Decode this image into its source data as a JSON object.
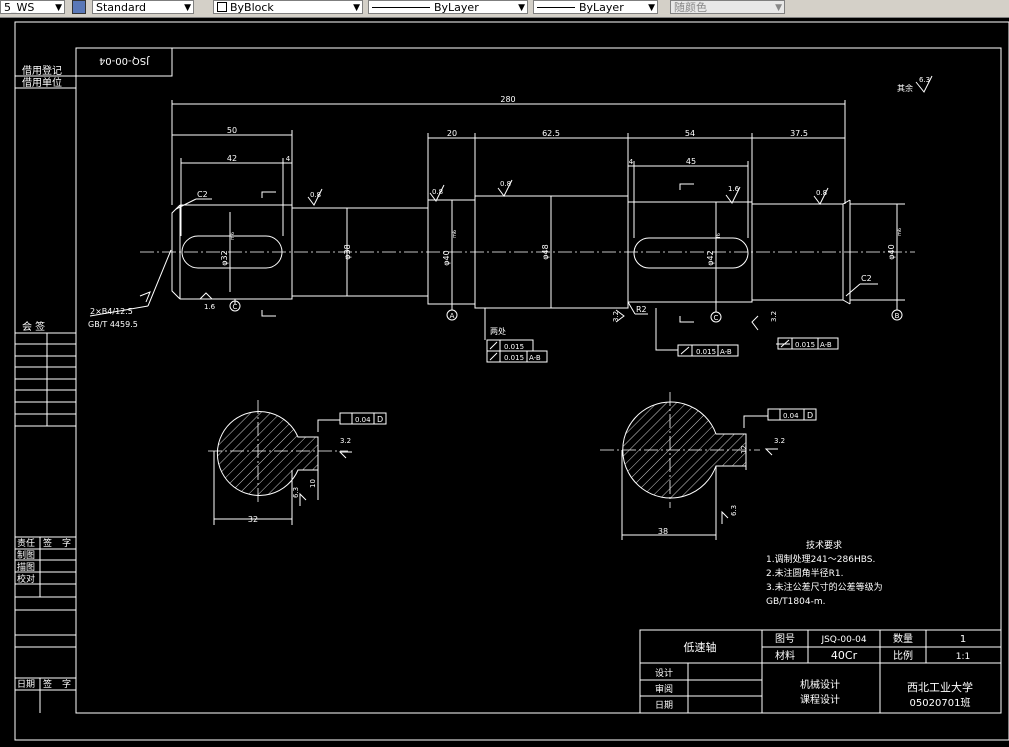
{
  "toolbar": {
    "ws_value": "5_WS",
    "textstyle_value": "Standard",
    "color_value": "ByBlock",
    "linetype_value": "ByLayer",
    "lineweight_value": "ByLayer",
    "plotstyle_value": "随颜色"
  },
  "drawing": {
    "part_no_mirror": "JSQ-00-04",
    "borrow_record": "借用登记",
    "borrow_unit": "借用单位",
    "countersign": "会 签",
    "sheet_left_labels": [
      "责任",
      "签",
      "字",
      "制图",
      "描图",
      "校对"
    ],
    "date_sign": [
      "日期",
      "签",
      "字"
    ],
    "roughness_rest_label": "其余",
    "roughness_rest_value": "6.3",
    "dims": {
      "overall": "280",
      "d50": "50",
      "d42": "42",
      "d4a": "4",
      "d20": "20",
      "d625": "62.5",
      "d54": "54",
      "d45": "45",
      "d4b": "4",
      "d375": "37.5",
      "dia38": "φ38",
      "dia32": "φ32",
      "dia40a": "φ40",
      "dia48": "φ48",
      "dia42": "φ42",
      "dia40b": "φ40",
      "tol_m": "m6",
      "tol_f": "f6"
    },
    "roughness": [
      "0.8",
      "0.8",
      "0.8",
      "1.6",
      "0.8",
      "1.6",
      "3.2",
      "3.2",
      "3.2",
      "3.2",
      "6.3",
      "6.3"
    ],
    "chamfers": [
      "C2",
      "C2",
      "R2"
    ],
    "datums": [
      "C",
      "A",
      "B"
    ],
    "center_hole": "2×B4/12.5",
    "center_hole_std": "GB/T 4459.5",
    "both_places": "两处",
    "fcf_1": "0.015",
    "fcf_2": "0.015",
    "fcf_2_ref": "A-B",
    "fcf_3": "0.015",
    "fcf_3_ref": "A-B",
    "fcf_4": "0.015",
    "fcf_4_ref": "A-B",
    "sec1_sym": "0.04",
    "sec1_ref": "D",
    "sec1_width": "32",
    "sec1_depth": "10",
    "sec2_sym": "0.04",
    "sec2_ref": "D",
    "sec2_width": "38",
    "sec2_depth": "12",
    "notes_title": "技术要求",
    "notes": [
      "1.调制处理241～286HBS.",
      "2.未注圆角半径R1.",
      "3.未注公差尺寸的公差等级为",
      "GB/T1804-m."
    ],
    "title_block": {
      "part_name": "低速轴",
      "drawing_no_label": "图号",
      "drawing_no": "JSQ-00-04",
      "qty_label": "数量",
      "qty": "1",
      "material_label": "材料",
      "material": "40Cr",
      "scale_label": "比例",
      "scale": "1:1",
      "design": "设计",
      "review": "审阅",
      "date": "日期",
      "course_1": "机械设计",
      "course_2": "课程设计",
      "school": "西北工业大学",
      "class": "05020701班"
    }
  }
}
